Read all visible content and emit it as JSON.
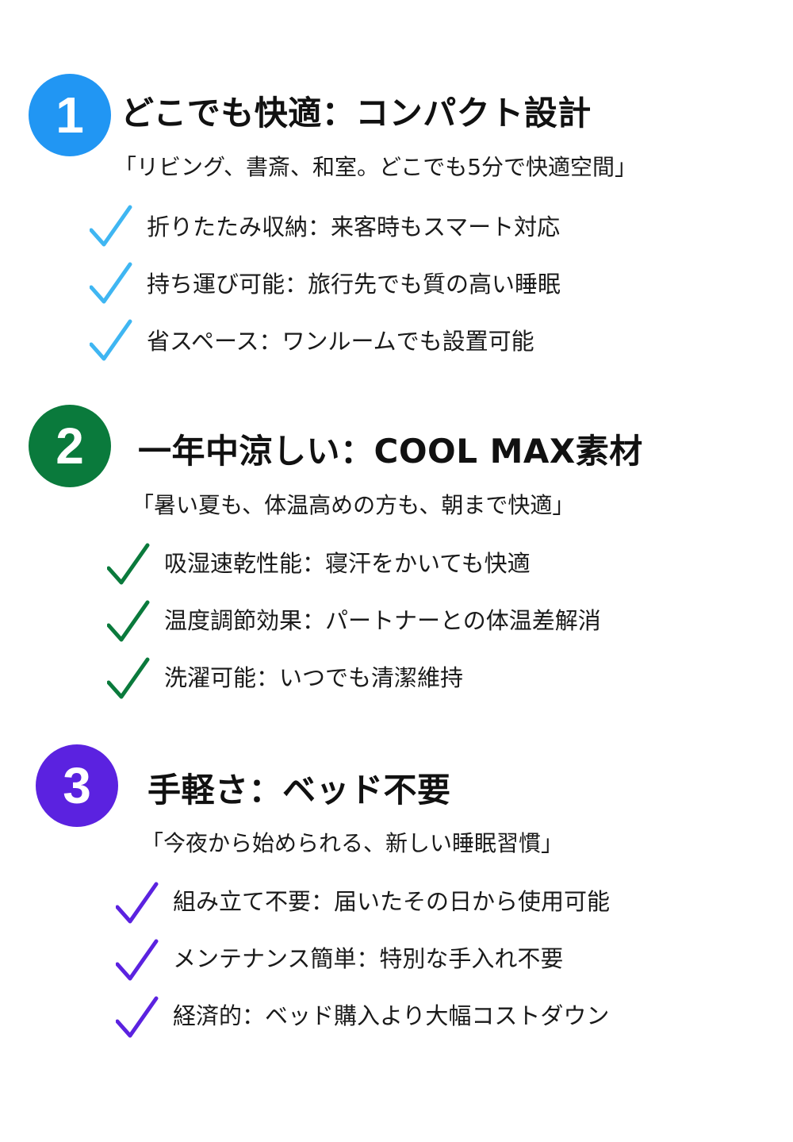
{
  "sections": [
    {
      "number": "1",
      "color": "#2196f3",
      "check_color": "#3fb6f2",
      "title": "どこでも快適：コンパクト設計",
      "tagline": "「リビング、書斎、和室。どこでも5分で快適空間」",
      "items": [
        "折りたたみ収納：来客時もスマート対応",
        "持ち運び可能：旅行先でも質の高い睡眠",
        "省スペース：ワンルームでも設置可能"
      ]
    },
    {
      "number": "2",
      "color": "#0a7a3c",
      "check_color": "#0a7a3c",
      "title": "一年中涼しい：COOL MAX素材",
      "tagline": "「暑い夏も、体温高めの方も、朝まで快適」",
      "items": [
        "吸湿速乾性能：寝汗をかいても快適",
        "温度調節効果：パートナーとの体温差解消",
        "洗濯可能：いつでも清潔維持"
      ]
    },
    {
      "number": "3",
      "color": "#5b22e0",
      "check_color": "#5b22e0",
      "title": "手軽さ：ベッド不要",
      "tagline": "「今夜から始められる、新しい睡眠習慣」",
      "items": [
        "組み立て不要：届いたその日から使用可能",
        "メンテナンス簡単：特別な手入れ不要",
        "経済的：ベッド購入より大幅コストダウン"
      ]
    }
  ]
}
